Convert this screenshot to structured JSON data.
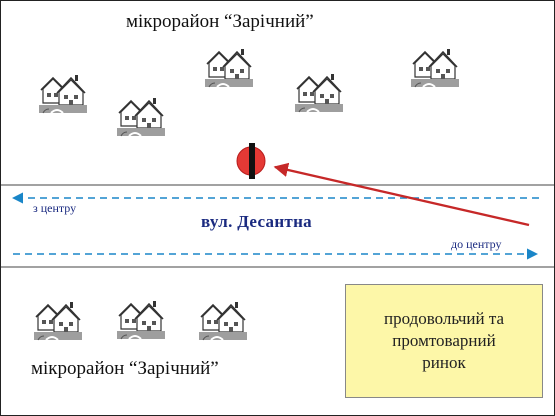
{
  "district_top": "мікрорайон “Зарічний”",
  "district_bottom": "мікрорайон “Зарічний”",
  "street": "вул. Десантна",
  "direction_from_center": "з центру",
  "direction_to_center": "до центру",
  "market": "продовольчий та\nпромтоварний\nринок",
  "colors": {
    "road_line": "#6a6a6a",
    "lane_arrow": "#1a86c8",
    "pointer_arrow": "#c62828",
    "marker": "#e53935",
    "market_fill": "#fdf7a8",
    "house_icon": "house-icon"
  }
}
